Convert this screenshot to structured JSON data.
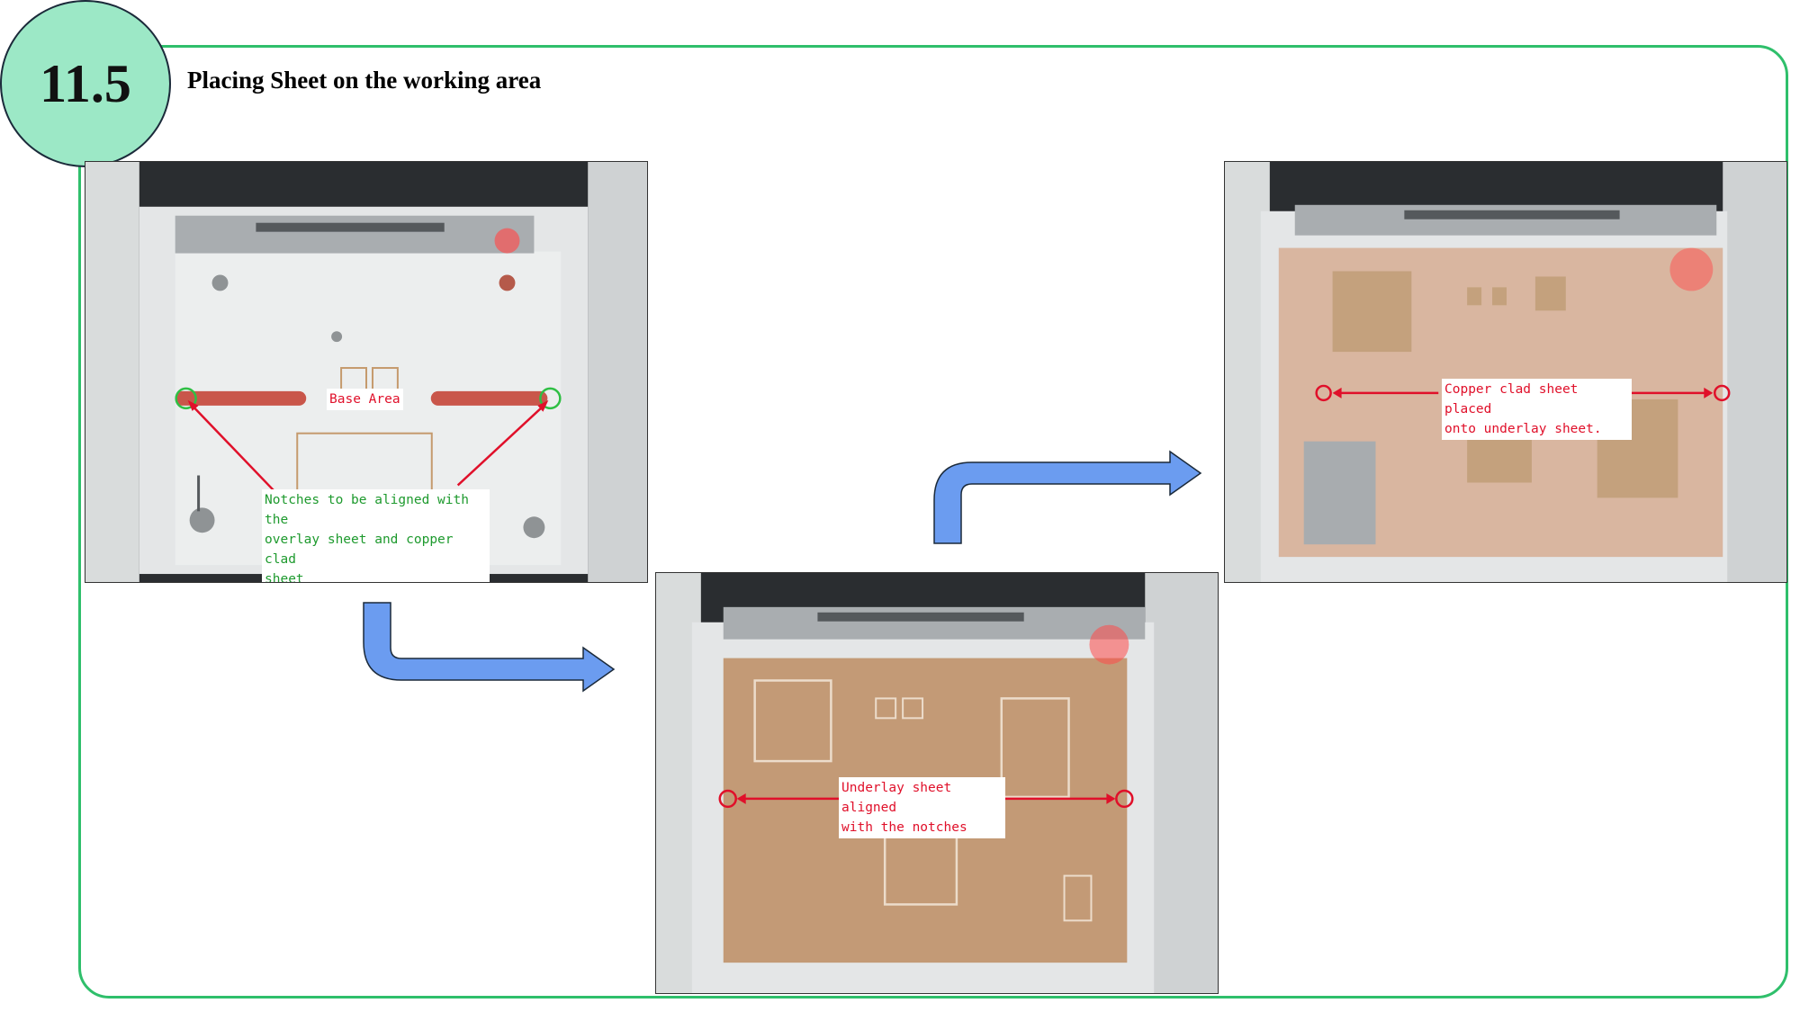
{
  "step": {
    "number": "11.5",
    "title": "Placing Sheet on the working area"
  },
  "photos": [
    {
      "name": "Base area photo",
      "labels": {
        "base_area": "Base Area",
        "notches": "Notches to be aligned with the\noverlay sheet and copper clad\nsheet"
      }
    },
    {
      "name": "Underlay sheet photo",
      "labels": {
        "underlay": "Underlay sheet aligned\nwith the notches"
      }
    },
    {
      "name": "Copper clad sheet photo",
      "labels": {
        "copper": "Copper clad sheet placed\nonto underlay sheet."
      }
    }
  ],
  "colors": {
    "frame": "#2fbf6b",
    "badge": "#9ce8c6",
    "flow_arrow": "#6b9cf0",
    "annotation_red": "#e0102a",
    "annotation_green": "#1e9a2e"
  }
}
